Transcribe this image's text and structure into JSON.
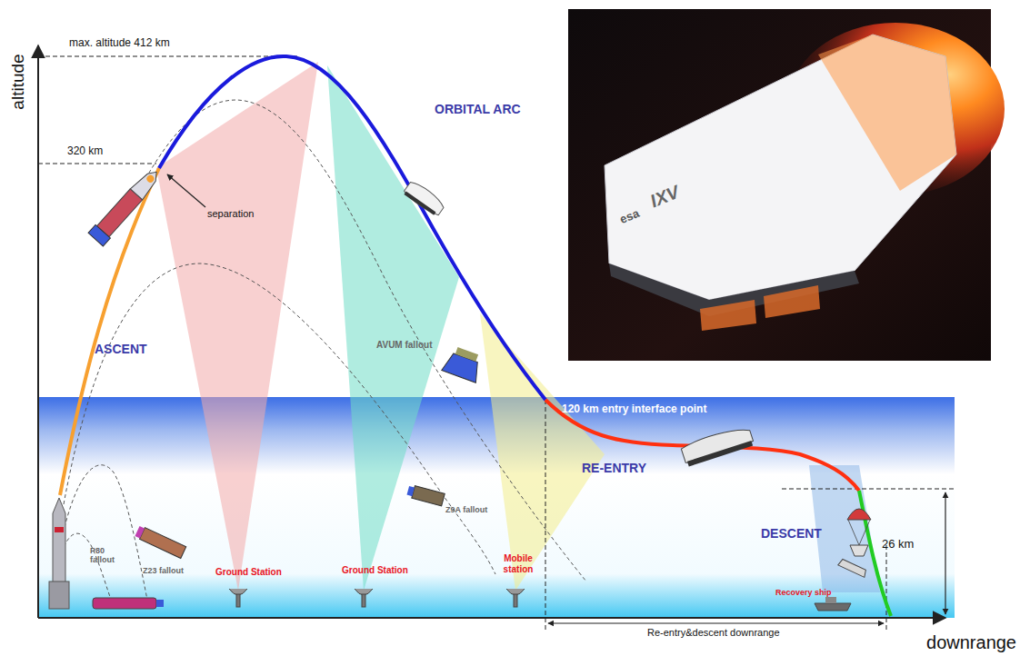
{
  "diagram": {
    "labels": [
      "altitude",
      "downrange",
      "max. altitude 412 km",
      "320 km",
      "separation",
      "ORBITAL ARC",
      "ASCENT",
      "AVUM fallout",
      "120 km entry interface point",
      "RE-ENTRY",
      "Z9A fallout",
      "P80 fallout",
      "Z23 fallout",
      "Ground Station",
      "Ground Station",
      "Mobile station",
      "Recovery ship",
      "DESCENT",
      "26 km",
      "Re-entry&descent downrange",
      "esa",
      "IXV"
    ]
  }
}
